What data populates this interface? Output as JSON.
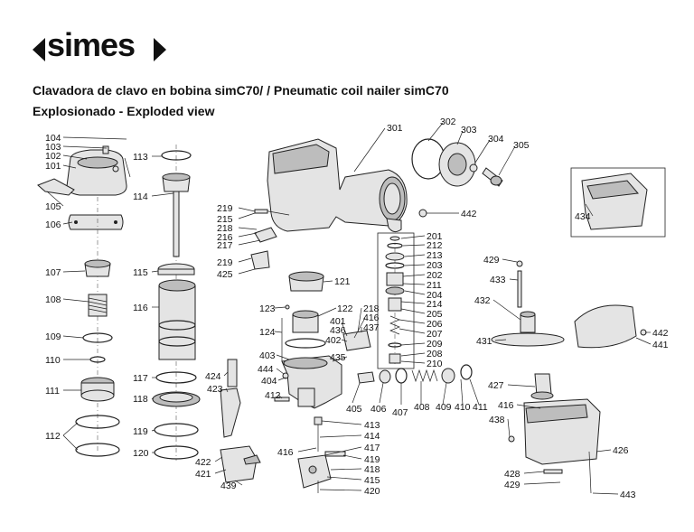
{
  "brand": {
    "logo_text": "simes"
  },
  "header": {
    "title": "Clavadora de clavo en bobina simC70/ / Pneumatic coil nailer simC70",
    "subtitle": "Explosionado - Exploded view"
  },
  "callouts": {
    "c104": "104",
    "c103": "103",
    "c102": "102",
    "c101": "101",
    "c105": "105",
    "c106": "106",
    "c107": "107",
    "c108": "108",
    "c109": "109",
    "c110": "110",
    "c111": "111",
    "c112": "112",
    "c113": "113",
    "c114": "114",
    "c115": "115",
    "c116": "116",
    "c117": "117",
    "c118": "118",
    "c119": "119",
    "c120": "120",
    "c219a": "219",
    "c215": "215",
    "c218a": "218",
    "c216": "216",
    "c217": "217",
    "c219b": "219",
    "c425": "425",
    "c301": "301",
    "c302": "302",
    "c303": "303",
    "c304": "304",
    "c305": "305",
    "c442a": "442",
    "c121": "121",
    "c123": "123",
    "c122": "122",
    "c124": "124",
    "c401": "401",
    "c436": "436",
    "c402": "402",
    "c218b": "218",
    "c416a": "416",
    "c437": "437",
    "c403": "403",
    "c435": "435",
    "c444": "444",
    "c404": "404",
    "c424": "424",
    "c423": "423",
    "c412": "412",
    "c405": "405",
    "c406": "406",
    "c407": "407",
    "c408": "408",
    "c409": "409",
    "c410": "410",
    "c411": "411",
    "c413": "413",
    "c414": "414",
    "c417": "417",
    "c416b": "416",
    "c419": "419",
    "c418": "418",
    "c415": "415",
    "c420": "420",
    "c422": "422",
    "c421": "421",
    "c439": "439",
    "c201": "201",
    "c212": "212",
    "c213": "213",
    "c203": "203",
    "c202": "202",
    "c211": "211",
    "c204": "204",
    "c214": "214",
    "c205": "205",
    "c206": "206",
    "c207": "207",
    "c209": "209",
    "c208": "208",
    "c210": "210",
    "c434": "434",
    "c429a": "429",
    "c433": "433",
    "c432": "432",
    "c431": "431",
    "c442b": "442",
    "c441": "441",
    "c427": "427",
    "c416c": "416",
    "c438": "438",
    "c426": "426",
    "c428": "428",
    "c429b": "429",
    "c443": "443"
  },
  "colors": {
    "ink": "#111111",
    "part_fill": "#e4e4e4",
    "part_dark": "#bdbdbd",
    "background": "#ffffff"
  }
}
